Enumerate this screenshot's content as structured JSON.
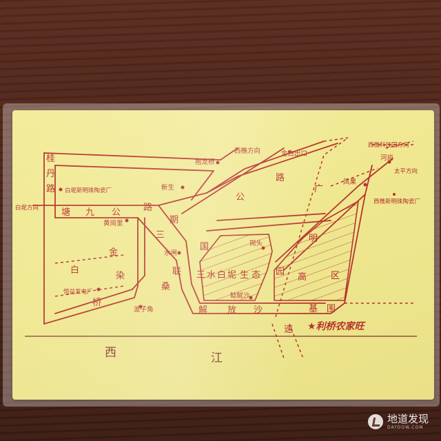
{
  "map": {
    "colors": {
      "ink": "#b5322c",
      "paper": "#efe78f",
      "table": "#4a2419"
    },
    "roads": [
      {
        "id": "road_1",
        "text": "塘"
      },
      {
        "id": "road_2",
        "text": "九"
      },
      {
        "id": "road_3",
        "text": "公"
      },
      {
        "id": "road_4",
        "text": "路"
      },
      {
        "id": "road_5",
        "text": "三"
      },
      {
        "id": "road_6",
        "text": "期"
      },
      {
        "id": "road_7",
        "text": "国"
      },
      {
        "id": "road_8",
        "text": "联"
      },
      {
        "id": "road_9",
        "text": "金"
      },
      {
        "id": "road_10",
        "text": "白"
      },
      {
        "id": "road_11",
        "text": "染"
      },
      {
        "id": "road_12",
        "text": "桑"
      },
      {
        "id": "road_13",
        "text": "桥"
      },
      {
        "id": "road_14",
        "text": "桂"
      },
      {
        "id": "road_15",
        "text": "丹"
      },
      {
        "id": "road_16",
        "text": "路"
      },
      {
        "id": "road_17",
        "text": "路"
      },
      {
        "id": "road_18",
        "text": "公"
      },
      {
        "id": "road_19",
        "text": "广"
      },
      {
        "id": "road_20",
        "text": "明"
      },
      {
        "id": "road_21",
        "text": "区"
      },
      {
        "id": "road_22",
        "text": "高"
      },
      {
        "id": "road_23",
        "text": "园"
      },
      {
        "id": "road_24",
        "text": "基"
      },
      {
        "id": "road_25",
        "text": "围"
      },
      {
        "id": "road_26",
        "text": "速"
      },
      {
        "id": "road_27",
        "text": "解"
      },
      {
        "id": "road_28",
        "text": "放"
      },
      {
        "id": "road_29",
        "text": "沙"
      }
    ],
    "zone_label": [
      "三",
      "水",
      "白",
      "坭",
      "生",
      "态"
    ],
    "pois": [
      {
        "id": "poi_1",
        "text": "抱龙桥"
      },
      {
        "id": "poi_2",
        "text": "西樵方向"
      },
      {
        "id": "poi_3",
        "text": "金白出口"
      },
      {
        "id": "poi_4",
        "text": "西樵科技园方向"
      },
      {
        "id": "poi_5",
        "text": "河尚"
      },
      {
        "id": "poi_6",
        "text": "太平方向"
      },
      {
        "id": "poi_7",
        "text": "凤果"
      },
      {
        "id": "poi_8",
        "text": "西樵新明珠陶瓷厂"
      },
      {
        "id": "poi_9",
        "text": "白坭新明珠陶瓷厂"
      },
      {
        "id": "poi_10",
        "text": "新生"
      },
      {
        "id": "poi_11",
        "text": "白坭方向"
      },
      {
        "id": "poi_12",
        "text": "黄岗里"
      },
      {
        "id": "poi_13",
        "text": "水闸"
      },
      {
        "id": "poi_14",
        "text": "岗头"
      },
      {
        "id": "poi_15",
        "text": "恒益发电厂"
      },
      {
        "id": "poi_16",
        "text": "波子角"
      },
      {
        "id": "poi_17",
        "text": "鲶鱿沙"
      }
    ],
    "brand": "★利桥农家旺",
    "river": [
      "西",
      "江"
    ]
  },
  "watermark": {
    "title": "地道发现",
    "subtitle": "DAYDOW.COM"
  }
}
